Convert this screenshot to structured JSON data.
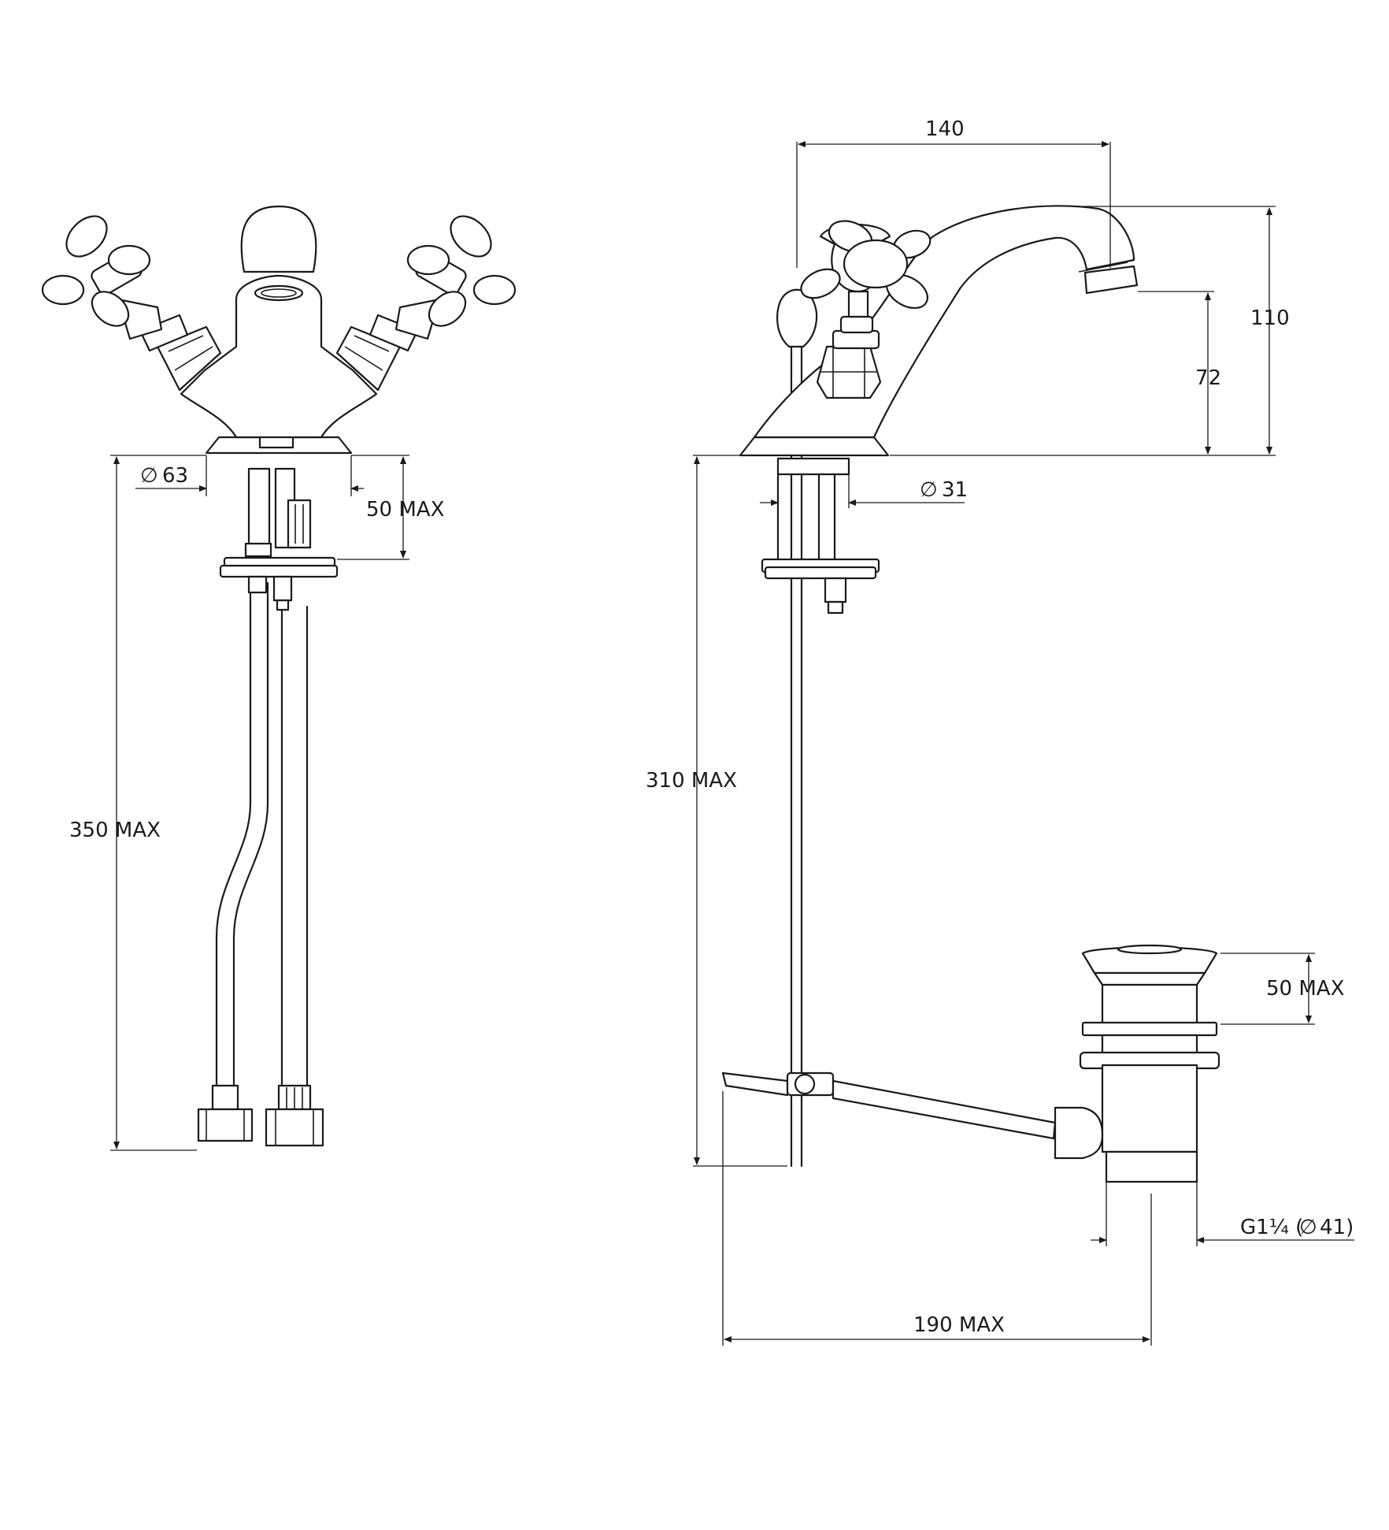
{
  "colors": {
    "ink": "#1a1a1a",
    "paper": "#ffffff"
  },
  "diameter_symbol": "∅",
  "front_view": {
    "dims": {
      "base_diameter": "63",
      "deck_thickness": "50 MAX",
      "hose_length": "350 MAX"
    }
  },
  "side_view": {
    "dims": {
      "spout_reach": "140",
      "spout_height": "110",
      "spout_outlet_height": "72",
      "shank_diameter": "31",
      "pullrod_length": "310 MAX",
      "waste_thickness": "50 MAX",
      "waste_thread_prefix": "G1¼ (",
      "waste_thread_diameter": "41)",
      "waste_reach": "190 MAX"
    }
  }
}
